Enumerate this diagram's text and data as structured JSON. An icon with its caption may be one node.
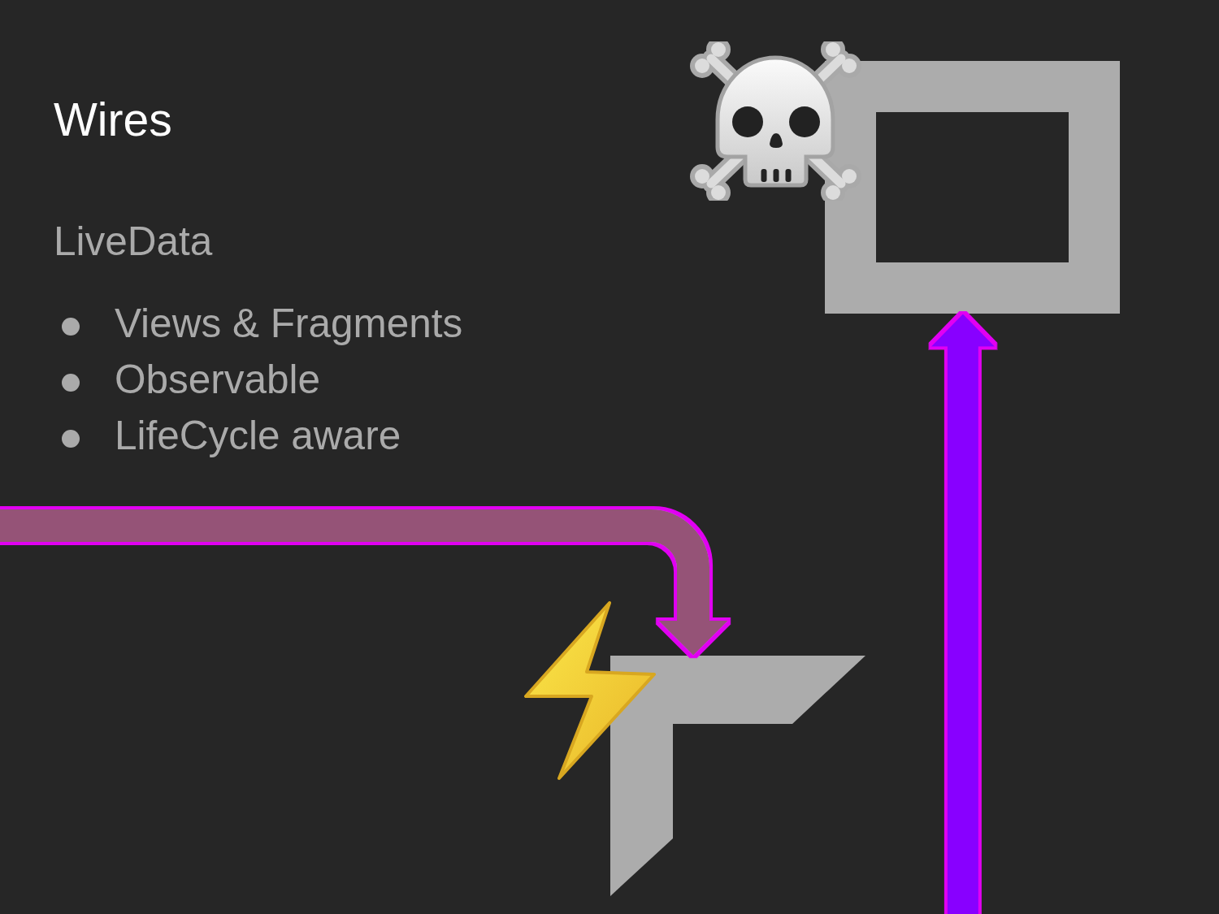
{
  "diagram": {
    "title": "Wires",
    "nodes": [
      {
        "text": [],
        "shape": "box"
      },
      {
        "text": [],
        "shape": "corner"
      }
    ],
    "edges": [
      {
        "from": null,
        "to": 1,
        "arrow": "to",
        "color": "#955277"
      },
      {
        "from": null,
        "to": 0,
        "arrow": "to",
        "color": "#8800ff"
      }
    ],
    "labels": [
      "LiveData",
      "Views & Fragments",
      "Observable",
      "LifeCycle aware"
    ]
  }
}
